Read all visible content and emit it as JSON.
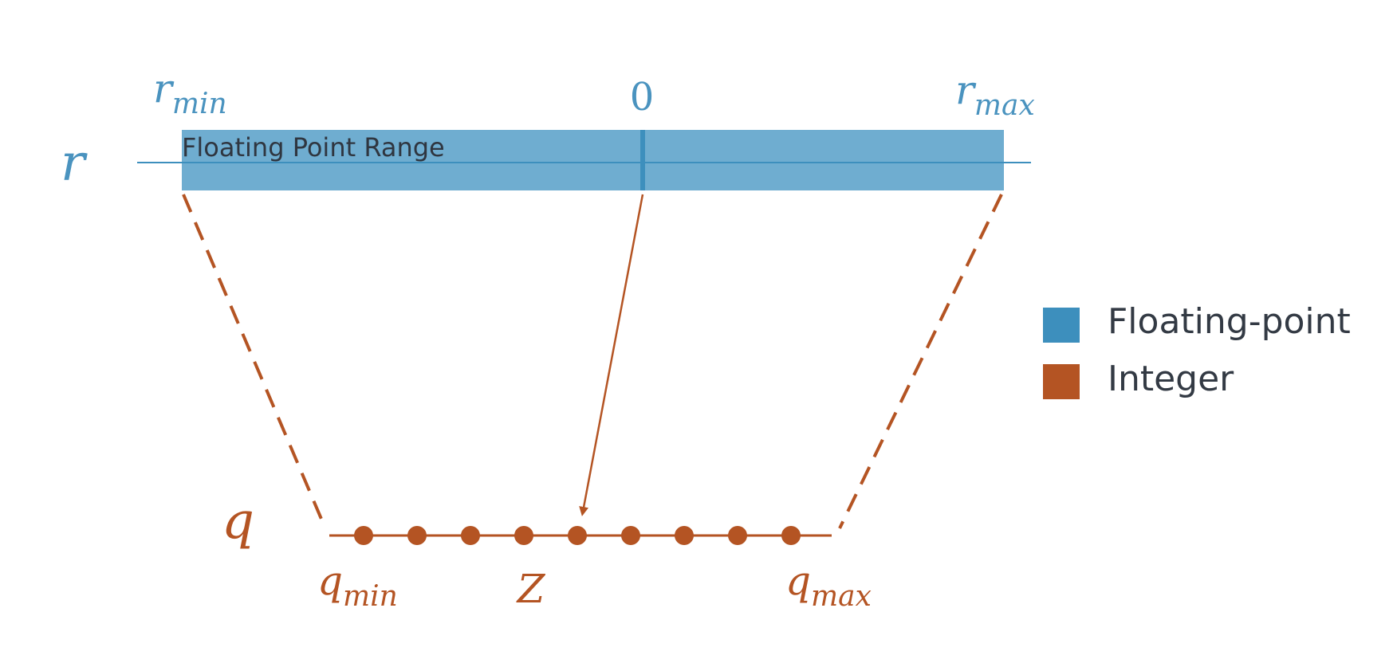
{
  "float_axis": {
    "symbol": "r",
    "min_label": {
      "base": "r",
      "sub": "min"
    },
    "zero_label": "0",
    "max_label": {
      "base": "r",
      "sub": "max"
    },
    "band_label": "Floating Point Range"
  },
  "int_axis": {
    "symbol": "q",
    "min_label": {
      "base": "q",
      "sub": "min"
    },
    "zero_point_label": "Z",
    "max_label": {
      "base": "q",
      "sub": "max"
    },
    "points_count": 9,
    "zero_point_index": 4
  },
  "legend": {
    "items": [
      {
        "label": "Floating-point",
        "color": "#3d8fbd"
      },
      {
        "label": "Integer",
        "color": "#b45423"
      }
    ]
  },
  "colors": {
    "float": "#4a93bf",
    "float_band": "#6fadd0",
    "integer": "#b45423"
  }
}
